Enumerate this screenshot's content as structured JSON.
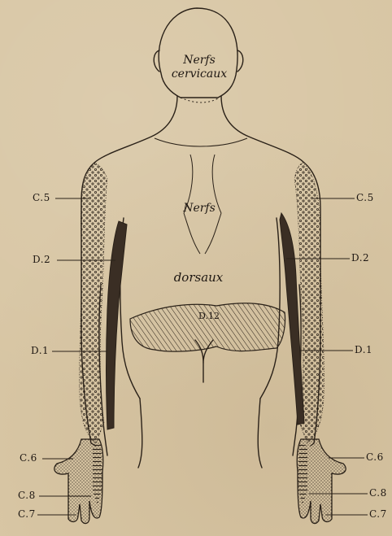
{
  "diagram": {
    "regions": {
      "cervical": "Nerfs\ncervicaux",
      "dorsal_top": "Nerfs",
      "dorsal_bottom": "dorsaux",
      "band": "D.12"
    },
    "labels_left": [
      "C.5",
      "D.2",
      "D.1",
      "C.6",
      "C.8",
      "C.7"
    ],
    "labels_right": [
      "C.5",
      "D.2",
      "D.1",
      "C.6",
      "C.8",
      "C.7"
    ],
    "colors": {
      "paper": "#d8c6a4",
      "ink": "#2a2118",
      "dark_strip": "#3a2e24"
    }
  }
}
